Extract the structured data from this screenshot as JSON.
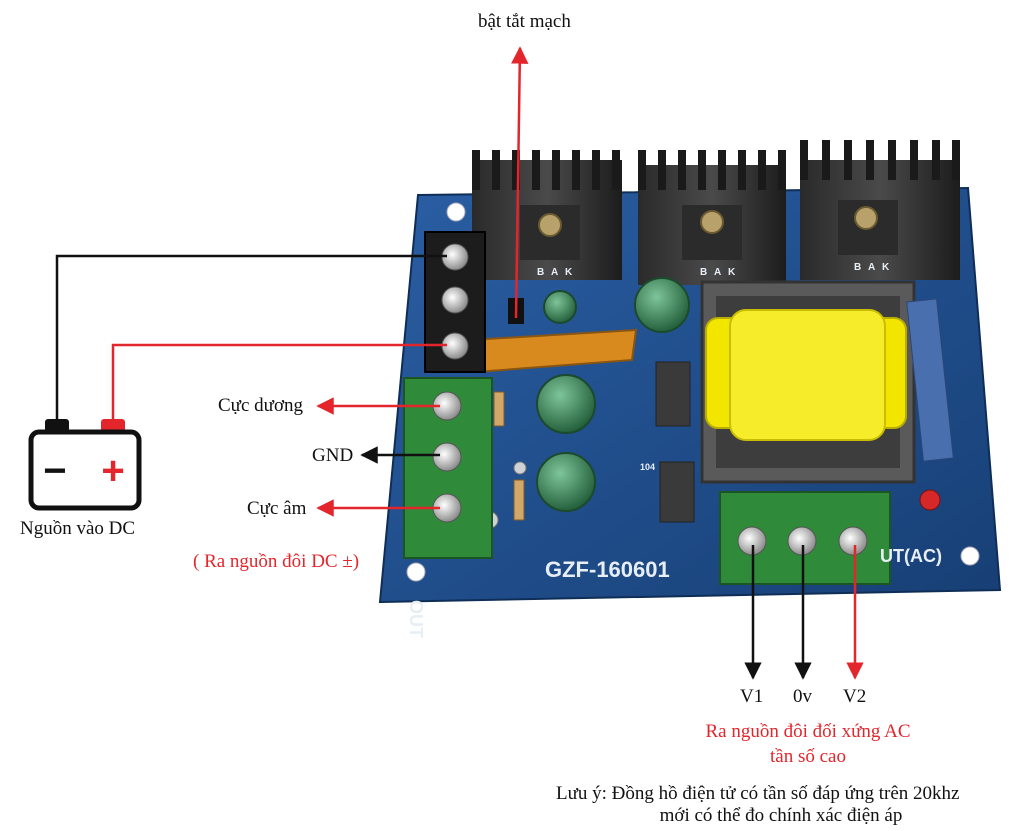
{
  "labels": {
    "switch": "bật tắt mạch",
    "positive": "Cực dương",
    "gnd": "GND",
    "negative": "Cực âm",
    "dc_input": "Nguồn vào DC",
    "dual_dc_out": "( Ra nguồn đôi DC ±)",
    "v1": "V1",
    "zero": "0v",
    "v2": "V2",
    "ac_out_line1": "Ra nguồn đôi đối xứng AC",
    "ac_out_line2": "tần số cao",
    "note_line1": "Lưu ý: Đồng hồ điện tử có tần số đáp ứng trên 20khz",
    "note_line2": "mới có thể đo chính xác điện áp"
  },
  "board": {
    "model": "GZF-160601",
    "out_ac": "UT(AC)",
    "out_dc": "OUT",
    "pin_labels": [
      "B",
      "A",
      "K"
    ],
    "ic_label": "104"
  },
  "battery": {
    "minus": "−",
    "plus": "+"
  },
  "colors": {
    "board": "#1f4f8f",
    "wire_red": "#e3262c",
    "wire_black": "#111111",
    "terminal_green": "#2f8a3a",
    "coil_yellow": "#f2e600"
  }
}
